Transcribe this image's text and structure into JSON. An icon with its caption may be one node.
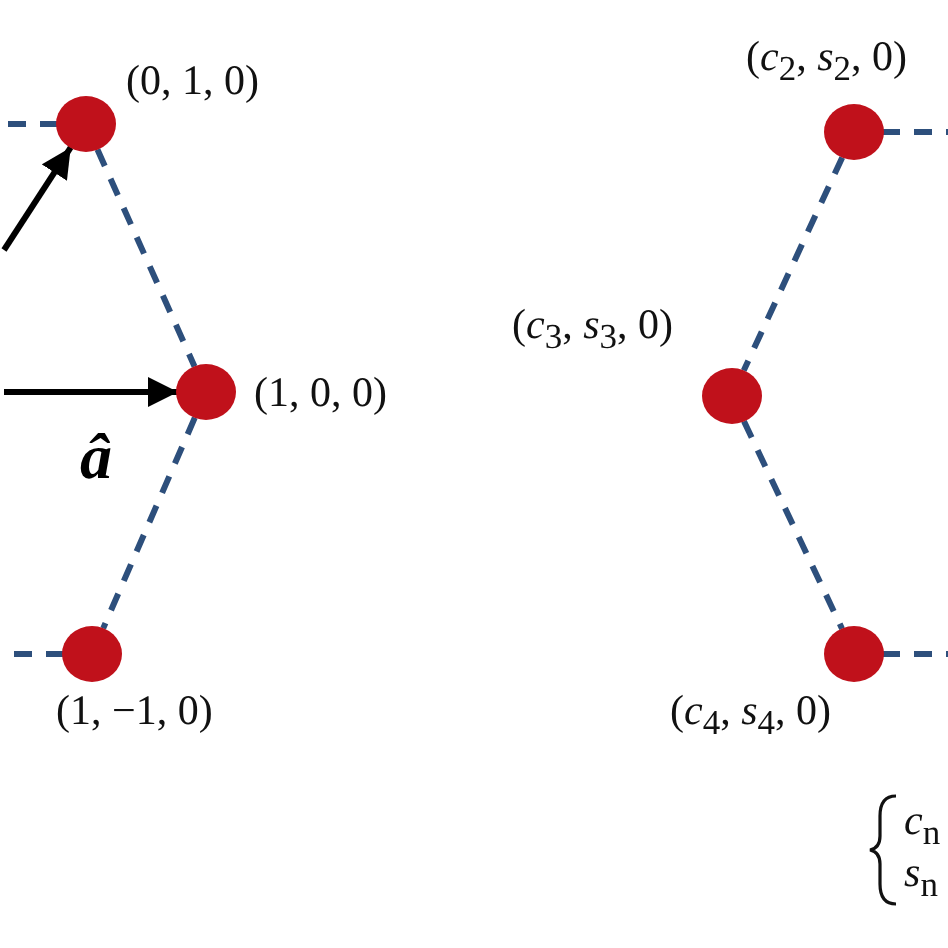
{
  "diagram": {
    "nodes": [
      {
        "text": [],
        "shape": "circle",
        "beside": [
          "(0, 1, 0)"
        ]
      },
      {
        "text": [],
        "shape": "circle",
        "beside": [
          "(1, 0, 0)"
        ]
      },
      {
        "text": [],
        "shape": "circle",
        "beside": [
          "(1, −1, 0)"
        ]
      },
      {
        "text": [],
        "shape": "circle",
        "beside": [
          "(*c*$_{2}$, *s*$_{2}$, 0)"
        ]
      },
      {
        "text": [],
        "shape": "circle",
        "beside": [
          "(*c*$_{3}$, *s*$_{3}$, 0)"
        ]
      },
      {
        "text": [],
        "shape": "circle",
        "beside": [
          "(*c*$_{4}$, *s*$_{4}$, 0)"
        ]
      }
    ],
    "edges": [
      {
        "from": null,
        "to": 0,
        "arrow": "to",
        "color": "#000000"
      },
      {
        "from": null,
        "to": 1,
        "arrow": "to",
        "label": "â",
        "color": "#000000"
      },
      {
        "from": 0,
        "to": 1,
        "arrow": "none",
        "style": "dashed"
      },
      {
        "from": 1,
        "to": 2,
        "arrow": "none",
        "style": "dashed"
      },
      {
        "from": 0,
        "to": null,
        "arrow": "none",
        "style": "dashed"
      },
      {
        "from": 2,
        "to": null,
        "arrow": "none",
        "style": "dashed"
      },
      {
        "from": 3,
        "to": 4,
        "arrow": "none",
        "style": "dashed"
      },
      {
        "from": 4,
        "to": 5,
        "arrow": "none",
        "style": "dashed"
      },
      {
        "from": 3,
        "to": null,
        "arrow": "none",
        "style": "dashed"
      },
      {
        "from": 5,
        "to": null,
        "arrow": "none",
        "style": "dashed"
      }
    ],
    "labels": [
      "*c*$_{n}$",
      "*s*$_{n}$"
    ]
  }
}
